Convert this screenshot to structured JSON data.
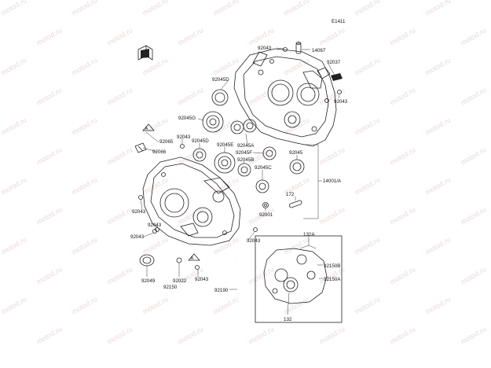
{
  "watermark": "motod.ru",
  "figure_code": "E1411",
  "labels": {
    "p92043_top": "92043",
    "p14067": "14067",
    "p92037": "92037",
    "p92043_tr": "92043",
    "p92045D_a": "92045D",
    "p92045G": "92045G",
    "p92065": "92065",
    "p92066": "92066",
    "p92043_ml": "92043",
    "p92045D_b": "92045D",
    "p92045E": "92045E",
    "p92045A": "92045A",
    "p92045F": "92045F",
    "p92045B": "92045B",
    "p92045C": "92045C",
    "p92045": "92045",
    "p14001A": "14001/A",
    "p172": "172",
    "p92001": "92001",
    "p92043_l1": "92043",
    "p92043_l2": "92043",
    "p92043_l3": "92043",
    "p92043_c": "92043",
    "p92049": "92049",
    "p92022": "92022",
    "p92150": "92150",
    "p92043_b": "92043",
    "p92190": "92190",
    "p132A": "132A",
    "p92150B": "92150B",
    "p92150A": "92150A",
    "p132": "132"
  }
}
